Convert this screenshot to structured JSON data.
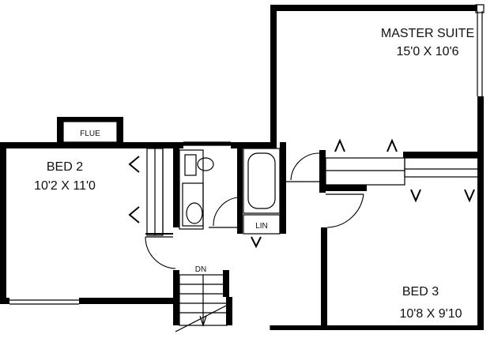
{
  "floor_plan": {
    "rooms": [
      {
        "id": "master",
        "name": "MASTER SUITE",
        "dimensions": "15'0 X 10'6"
      },
      {
        "id": "bed2",
        "name": "BED 2",
        "dimensions": "10'2 X 11'0"
      },
      {
        "id": "bed3",
        "name": "BED 3",
        "dimensions": "10'8 X 9'10"
      }
    ],
    "fixtures": {
      "flue": "FLUE",
      "linen": "LIN",
      "stair": "DN"
    }
  }
}
